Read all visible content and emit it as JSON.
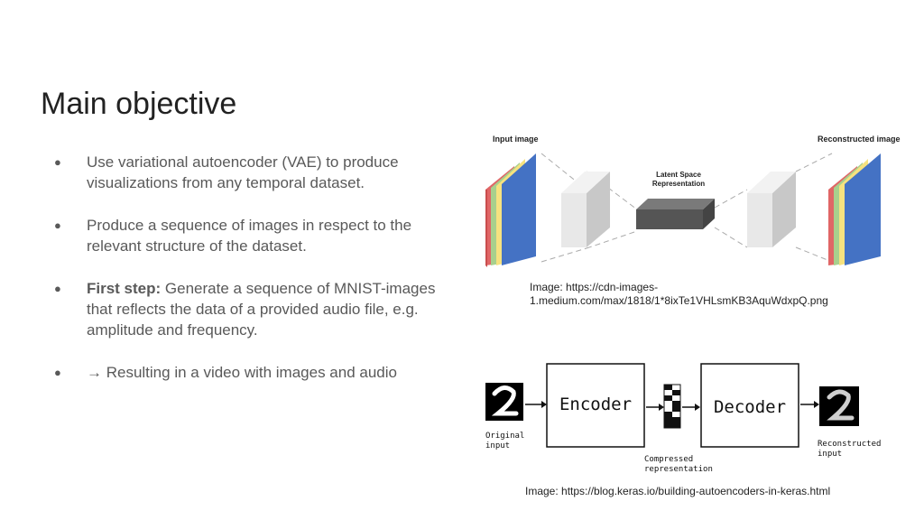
{
  "title": "Main objective",
  "bullets": [
    {
      "bold": "",
      "text": "Use variational autoencoder (VAE) to produce visualizations from any temporal dataset."
    },
    {
      "bold": "",
      "text": "Produce a sequence of images in respect to the relevant structure of the dataset."
    },
    {
      "bold": "First step:",
      "text": " Generate a sequence of MNIST-images that reflects the data of a provided audio file, e.g. amplitude and frequency."
    },
    {
      "bold": "",
      "text": "→ Resulting in a video with images and audio"
    }
  ],
  "bullet_symbol": "●",
  "figure1": {
    "input_label": "Input image",
    "output_label": "Reconstructed image",
    "latent_label_line1": "Latent Space",
    "latent_label_line2": "Representation",
    "caption_line1": "Image: https://cdn-images-",
    "caption_line2": "1.medium.com/max/1818/1*8ixTe1VHLsmKB3AquWdxpQ.png"
  },
  "figure2": {
    "encoder_label": "Encoder",
    "decoder_label": "Decoder",
    "original_line1": "Original",
    "original_line2": "input",
    "compressed_line1": "Compressed",
    "compressed_line2": "representation",
    "reconstructed_line1": "Reconstructed",
    "reconstructed_line2": "input",
    "caption": "Image: https://blog.keras.io/building-autoencoders-in-keras.html"
  },
  "colors": {
    "red": "#e06666",
    "green": "#a8d08d",
    "yellow": "#f6e27f",
    "blue": "#4472c4",
    "latent": "#555555"
  }
}
